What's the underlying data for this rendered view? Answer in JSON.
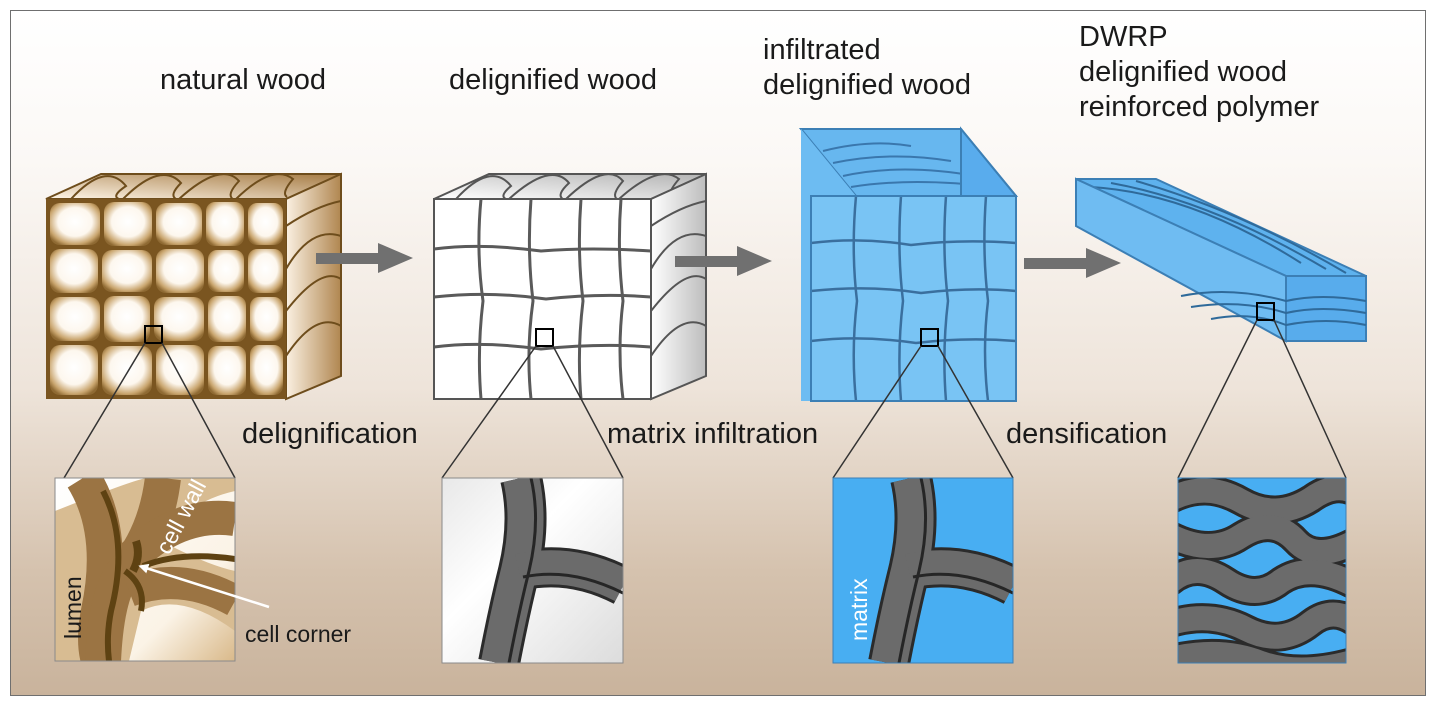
{
  "stages": [
    {
      "id": "natural",
      "title": "natural wood"
    },
    {
      "id": "delignified",
      "title": "delignified wood"
    },
    {
      "id": "infiltrated",
      "title_lines": [
        "infiltrated",
        "delignified wood"
      ]
    },
    {
      "id": "dwrp",
      "title_lines": [
        "DWRP",
        "delignified wood",
        "reinforced polymer"
      ]
    }
  ],
  "processes": [
    "delignification",
    "matrix infiltration",
    "densification"
  ],
  "detail_labels": {
    "lumen": "lumen",
    "cell_wall": "cell wall",
    "cell_corner": "cell corner",
    "matrix": "matrix"
  },
  "colors": {
    "wood_brown": "#9b7443",
    "wood_dark": "#5e4212",
    "cell_gray": "#676767",
    "matrix_blue": "#48aef2",
    "arrow_gray": "#707070"
  }
}
